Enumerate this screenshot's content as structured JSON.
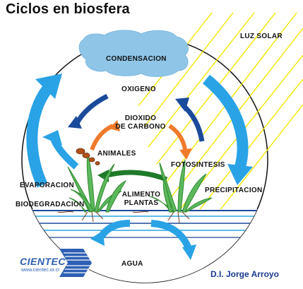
{
  "title": "Ciclos en biosfera",
  "labels": {
    "luz_solar": "LUZ SOLAR",
    "condensacion": "CONDENSACION",
    "oxigeno": "OXIGENO",
    "dioxido_line1": "DIOXIDO",
    "dioxido_line2": "DE CARBONO",
    "animales": "ANIMALES",
    "fotosintesis": "FOTOSINTESIS",
    "evaporacion": "EVAPORACION",
    "precipitacion": "PRECIPITACION",
    "biodegradacion": "BIODEGRADACION",
    "alimento_line1": "ALIMENTO",
    "alimento_line2": "PLANTAS",
    "agua": "AGUA"
  },
  "branding": {
    "name": "CIENTEC",
    "url": "www.cientec.or.cr",
    "author": "D.I. Jorge Arroyo"
  },
  "colors": {
    "water_blue": "#29a3e6",
    "dark_blue": "#1a4a9a",
    "orange": "#f07a2a",
    "green": "#1f7a2a",
    "cloud": "#8fc6e8",
    "sun_rays": "#f2e600",
    "plant_green": "#5cb85c"
  }
}
